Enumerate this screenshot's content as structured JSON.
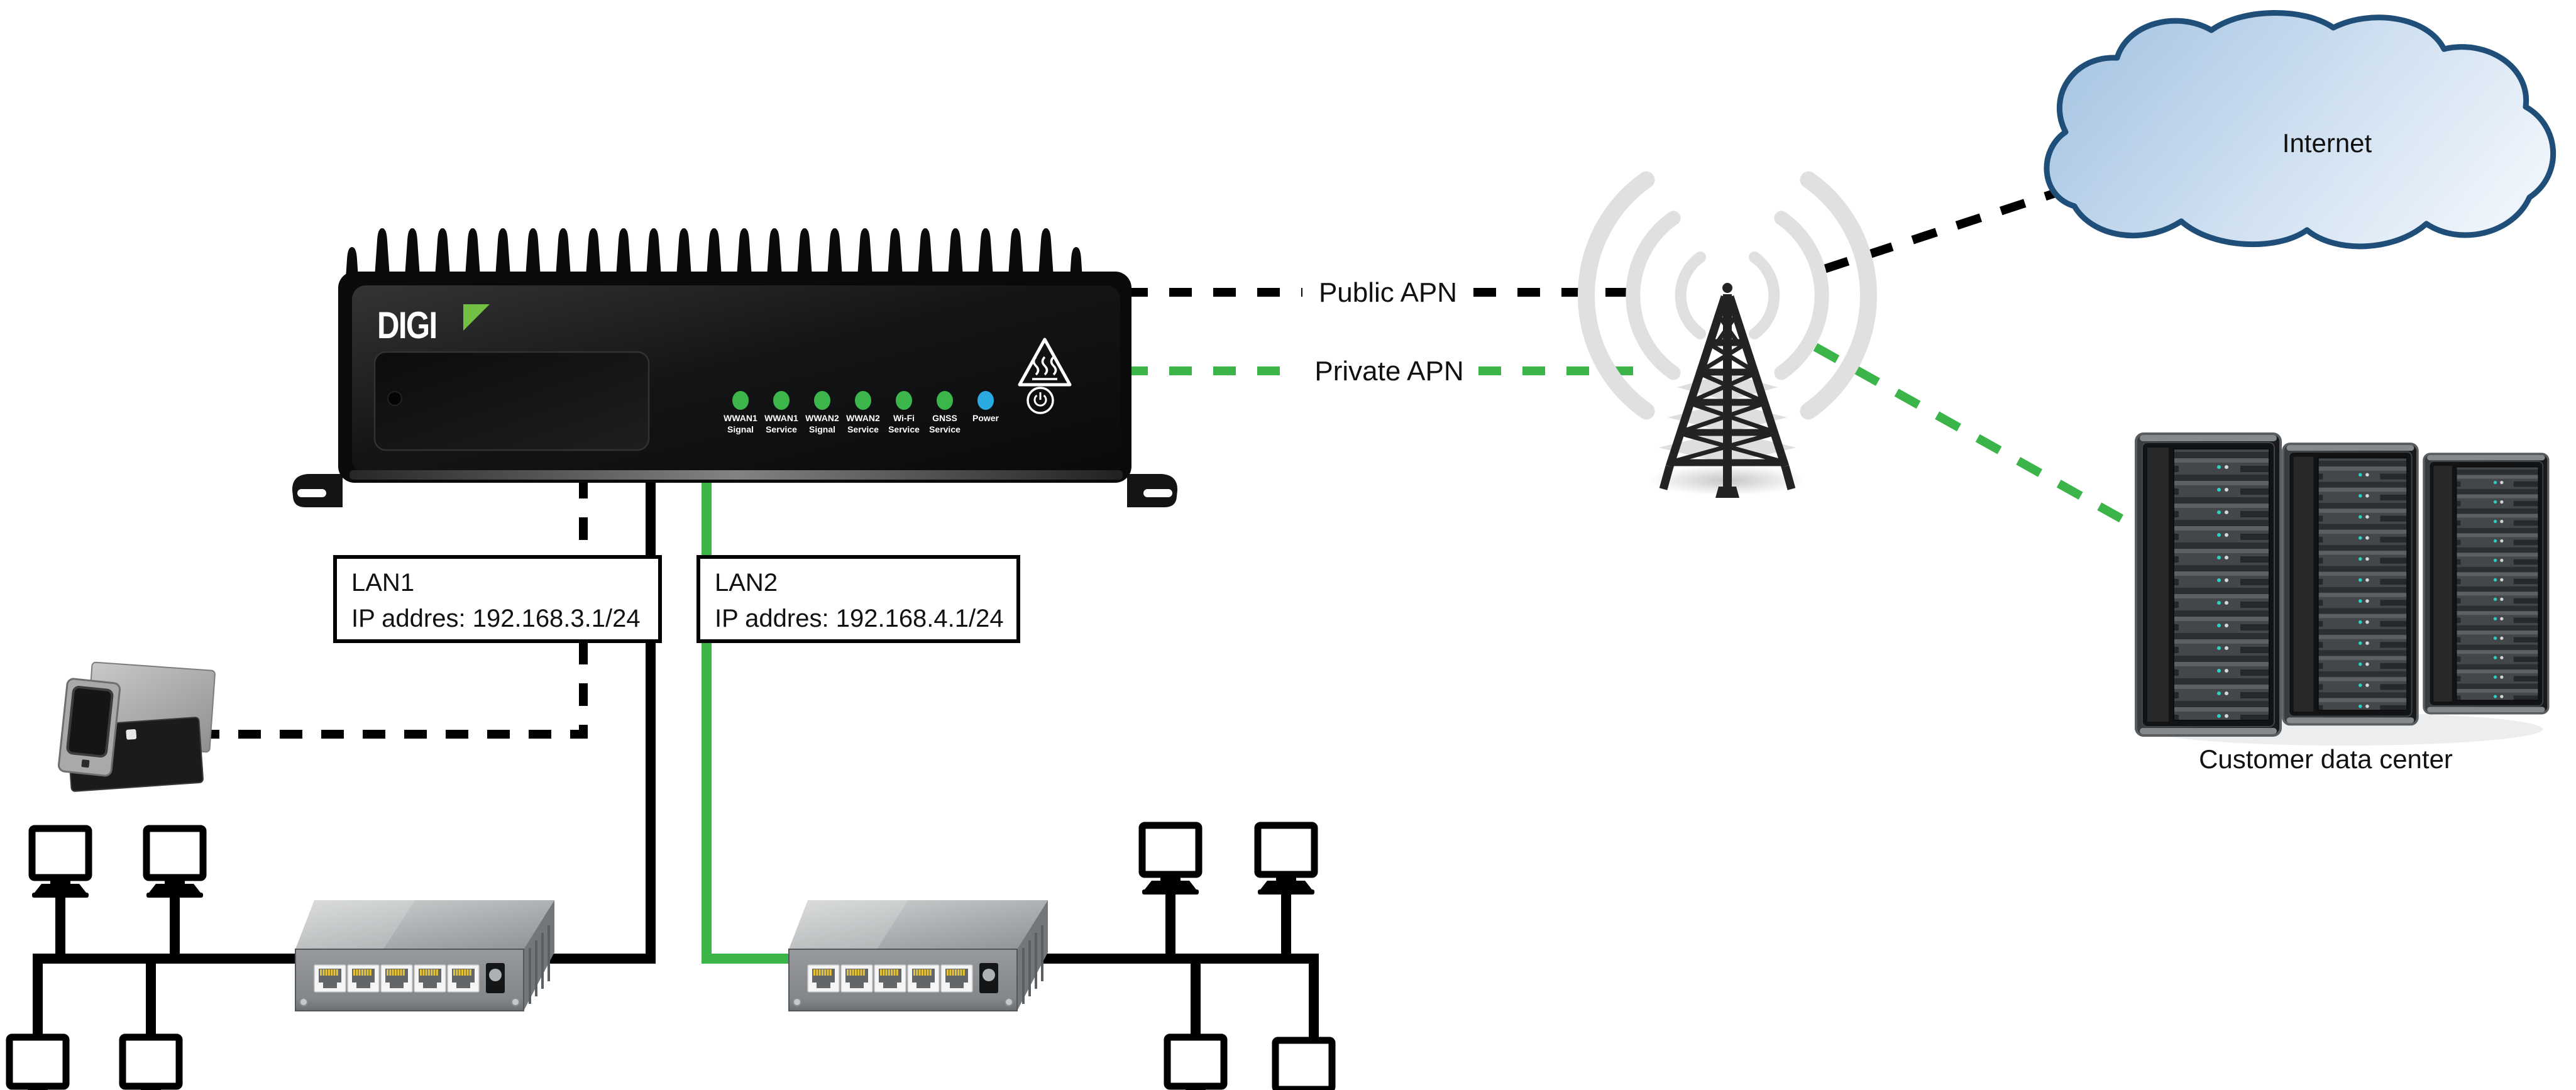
{
  "router": {
    "brand": "DIGI",
    "leds": [
      {
        "line1": "WWAN1",
        "line2": "Signal",
        "color": "#3cb54a"
      },
      {
        "line1": "WWAN1",
        "line2": "Service",
        "color": "#3cb54a"
      },
      {
        "line1": "WWAN2",
        "line2": "Signal",
        "color": "#3cb54a"
      },
      {
        "line1": "WWAN2",
        "line2": "Service",
        "color": "#3cb54a"
      },
      {
        "line1": "Wi-Fi",
        "line2": "Service",
        "color": "#3cb54a"
      },
      {
        "line1": "GNSS",
        "line2": "Service",
        "color": "#3cb54a"
      },
      {
        "line1": "Power",
        "line2": "",
        "color": "#29abe2"
      }
    ]
  },
  "connections": {
    "public_apn": {
      "label": "Public APN",
      "color": "#000000",
      "style": "dashed"
    },
    "private_apn": {
      "label": "Private APN",
      "color": "#3bb54a",
      "style": "dashed"
    }
  },
  "lan1": {
    "title": "LAN1",
    "ip": "IP addres: 192.168.3.1/24"
  },
  "lan2": {
    "title": "LAN2",
    "ip": "IP addres: 192.168.4.1/24"
  },
  "internet": {
    "label": "Internet"
  },
  "datacenter": {
    "label": "Customer data center"
  },
  "icons": {
    "cell_tower": "lattice-radio-tower",
    "radio_waves": "gray-signal-arcs",
    "internet_cloud": "blue-cloud",
    "card_reader": "badge-reader-with-cards",
    "workstation": "desktop-monitor",
    "ethernet_switch": "5-port-switch",
    "server_racks": "three-dark-server-racks",
    "hot_surface": "warning-triangle",
    "power_button": "power-ring"
  },
  "colors": {
    "led_green": "#3cb54a",
    "led_blue": "#29abe2",
    "digi_green": "#72bf44",
    "line_green": "#3bb54a",
    "cloud_border": "#1f4e79",
    "cloud_fill_from": "#a6c4e2",
    "cloud_fill_to": "#eef4fb"
  }
}
